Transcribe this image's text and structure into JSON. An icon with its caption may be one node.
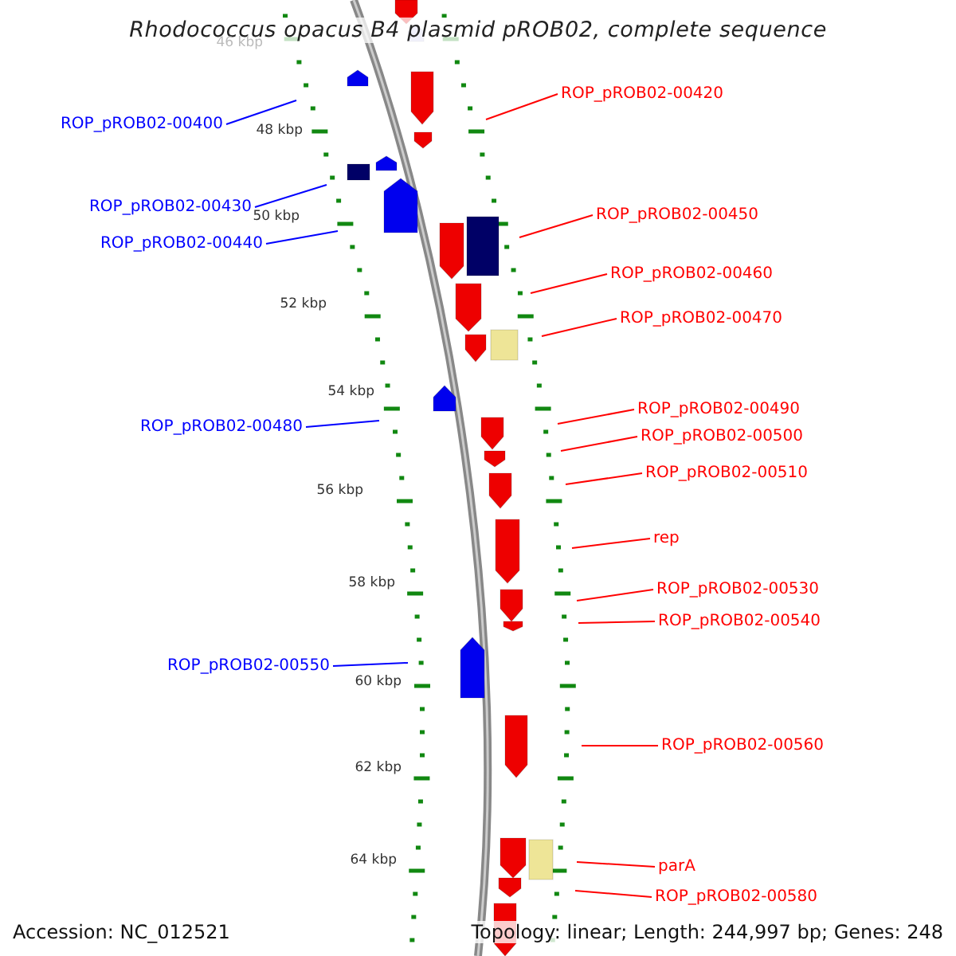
{
  "diagram": {
    "title": "Rhodococcus opacus B4 plasmid pROB02, complete sequence",
    "nodes": [
      {
        "text": [
          "ROP_pROB02-00420"
        ]
      },
      {
        "text": [
          "ROP_pROB02-00400"
        ]
      },
      {
        "text": [
          "ROP_pROB02-00430"
        ]
      },
      {
        "text": [
          "ROP_pROB02-00450"
        ]
      },
      {
        "text": [
          "ROP_pROB02-00440"
        ]
      },
      {
        "text": [
          "ROP_pROB02-00460"
        ]
      },
      {
        "text": [
          "ROP_pROB02-00470"
        ]
      },
      {
        "text": [
          "ROP_pROB02-00490"
        ]
      },
      {
        "text": [
          "ROP_pROB02-00480"
        ]
      },
      {
        "text": [
          "ROP_pROB02-00500"
        ]
      },
      {
        "text": [
          "ROP_pROB02-00510"
        ]
      },
      {
        "text": [
          "rep"
        ]
      },
      {
        "text": [
          "ROP_pROB02-00530"
        ]
      },
      {
        "text": [
          "ROP_pROB02-00540"
        ]
      },
      {
        "text": [
          "ROP_pROB02-00550"
        ]
      },
      {
        "text": [
          "ROP_pROB02-00560"
        ]
      },
      {
        "text": [
          "parA"
        ]
      },
      {
        "text": [
          "ROP_pROB02-00580"
        ]
      }
    ],
    "edges": [
      {
        "from": 0,
        "to": null,
        "arrow": "none"
      },
      {
        "from": 1,
        "to": null,
        "arrow": "none",
        "color": "#0000ff"
      },
      {
        "from": 2,
        "to": null,
        "arrow": "none",
        "color": "#0000ff"
      },
      {
        "from": 3,
        "to": null,
        "arrow": "none"
      },
      {
        "from": 4,
        "to": null,
        "arrow": "none",
        "color": "#0000ff"
      },
      {
        "from": 5,
        "to": null,
        "arrow": "none"
      },
      {
        "from": 6,
        "to": null,
        "arrow": "none"
      },
      {
        "from": 7,
        "to": null,
        "arrow": "none"
      },
      {
        "from": 8,
        "to": null,
        "arrow": "none",
        "color": "#0000ff"
      },
      {
        "from": 9,
        "to": null,
        "arrow": "none"
      },
      {
        "from": 10,
        "to": null,
        "arrow": "none"
      },
      {
        "from": 11,
        "to": null,
        "arrow": "none"
      },
      {
        "from": 12,
        "to": null,
        "arrow": "none"
      },
      {
        "from": 13,
        "to": null,
        "arrow": "none"
      },
      {
        "from": 14,
        "to": null,
        "arrow": "none",
        "color": "#0000ff"
      },
      {
        "from": 15,
        "to": null,
        "arrow": "none"
      },
      {
        "from": 16,
        "to": null,
        "arrow": "none"
      },
      {
        "from": 17,
        "to": null,
        "arrow": "none"
      }
    ],
    "labels": [
      "46 kbp",
      "48 kbp",
      "50 kbp",
      "52 kbp",
      "54 kbp",
      "56 kbp",
      "58 kbp",
      "60 kbp",
      "62 kbp",
      "64 kbp",
      "Accession: NC_012521",
      "Topology: linear; Length: 244,997 bp; Genes: 248"
    ]
  }
}
